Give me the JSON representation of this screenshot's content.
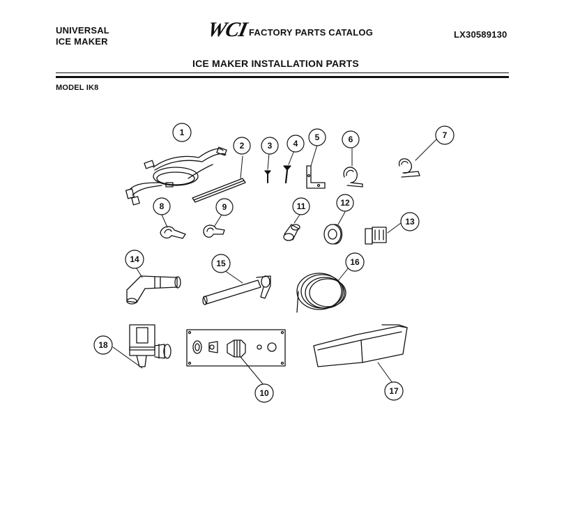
{
  "header": {
    "product_line1": "UNIVERSAL",
    "product_line2": "ICE MAKER",
    "logo": "WCI",
    "catalog": "FACTORY PARTS CATALOG",
    "code": "LX30589130",
    "title": "ICE MAKER INSTALLATION PARTS",
    "model": "MODEL IK8"
  },
  "callouts": [
    "1",
    "2",
    "3",
    "4",
    "5",
    "6",
    "7",
    "8",
    "9",
    "11",
    "12",
    "13",
    "14",
    "15",
    "16",
    "18",
    "10",
    "17"
  ]
}
